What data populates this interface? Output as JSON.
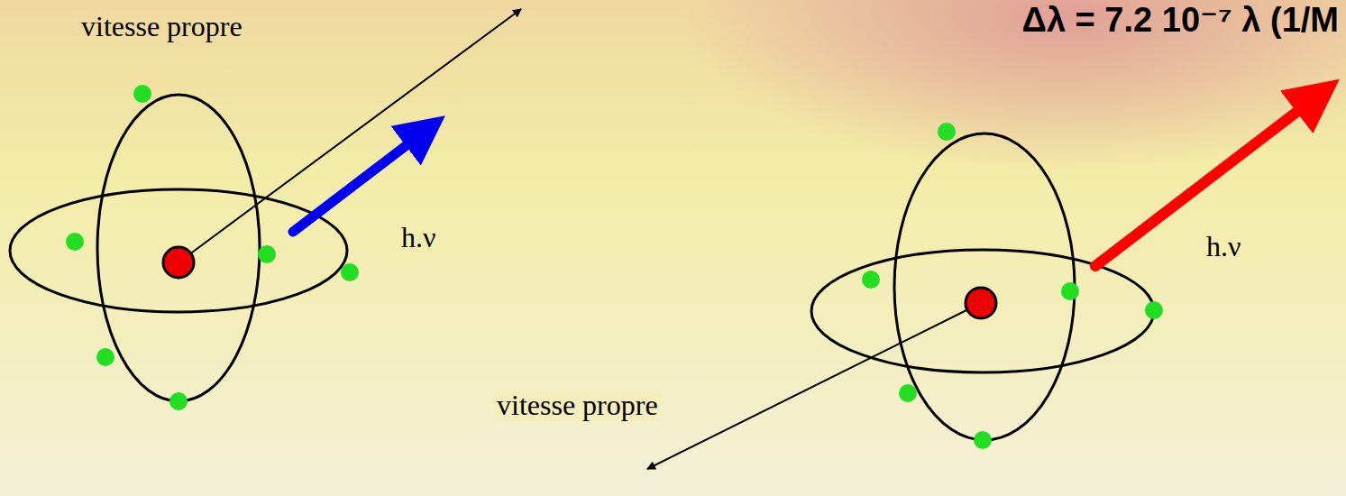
{
  "diagram": {
    "labels": [
      "vitesse propre",
      "h.ν",
      "Δλ = 7.2 10⁻⁷ λ (1/M",
      "h.ν",
      "vitesse propre"
    ]
  }
}
